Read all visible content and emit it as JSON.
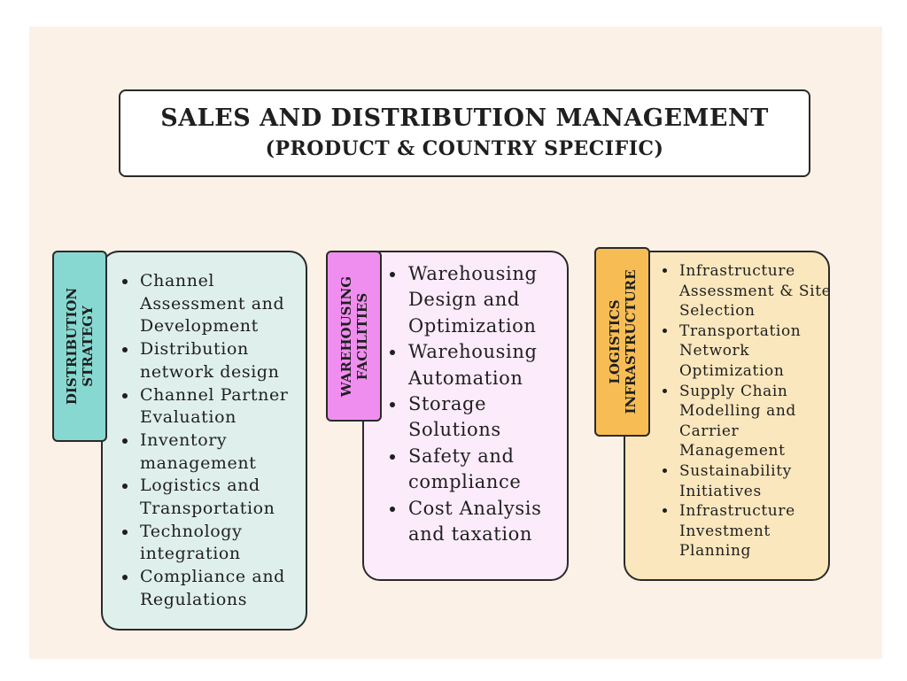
{
  "title": {
    "line1": "SALES AND DISTRIBUTION MANAGEMENT",
    "line2": "(PRODUCT & COUNTRY SPECIFIC)"
  },
  "colors": {
    "background": "#fcf1e6",
    "teal_tab": "#88d8d2",
    "teal_panel": "#dff0ec",
    "pink_tab": "#f08ef0",
    "pink_panel": "#fcebfb",
    "orange_tab": "#f7bd54",
    "orange_panel": "#fbe7bd"
  },
  "sections": [
    {
      "label_line1": "DISTRIBUTION",
      "label_line2": "STRATEGY",
      "items": [
        "Channel Assessment and Development",
        "Distribution network design",
        "Channel Partner Evaluation",
        "Inventory management",
        "Logistics and Transportation",
        "Technology integration",
        "Compliance and Regulations"
      ]
    },
    {
      "label_line1": "WAREHOUSING",
      "label_line2": "FACILITIES",
      "items": [
        "Warehousing Design and Optimization",
        "Warehousing Automation",
        "Storage Solutions",
        "Safety and compliance",
        "Cost Analysis and taxation"
      ]
    },
    {
      "label_line1": "LOGISTICS",
      "label_line2": "INFRASTRUCTURE",
      "items": [
        "Infrastructure Assessment & Site Selection",
        "Transportation Network Optimization",
        "Supply Chain Modelling and Carrier Management",
        "Sustainability Initiatives",
        "Infrastructure Investment Planning"
      ]
    }
  ]
}
